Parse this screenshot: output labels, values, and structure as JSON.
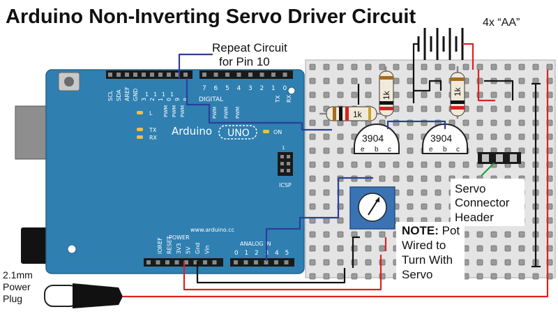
{
  "title": "Arduino Non-Inverting Servo Driver Circuit",
  "callouts": {
    "repeat_line1": "Repeat Circuit",
    "repeat_line2": "for Pin 10",
    "battery": "4x “AA”",
    "servo_line1": "Servo",
    "servo_line2": "Connector",
    "servo_line3": "Header",
    "note_bold": "NOTE:",
    "note_line1": " Pot",
    "note_line2": "Wired to",
    "note_line3": "Turn With",
    "note_line4": "Servo",
    "power_line1": "2.1mm",
    "power_line2": "Power",
    "power_line3": "Plug"
  },
  "arduino": {
    "logo_text": "Arduino",
    "uno_text": "UNO",
    "on_label": "ON",
    "url": "www.arduino.cc",
    "digital_label": "DIGITAL",
    "power_label": "POWER",
    "analog_label": "ANALOG IN",
    "icsp_label": "ICSP",
    "led_l": "L",
    "led_tx": "TX",
    "led_rx": "RX",
    "icsp_pin1": "1",
    "digital_pins_left": [
      "SCL",
      "SDA",
      "AREF",
      "GND",
      "3",
      "2",
      "1",
      "0",
      "9",
      "8"
    ],
    "digital_pins_right": [
      "7",
      "6",
      "5",
      "4",
      "3",
      "2",
      "1",
      "0"
    ],
    "pin_row1": [
      "1",
      "1",
      "1",
      "1"
    ],
    "pwm_labels": [
      "PWM",
      "PWM",
      "PWM"
    ],
    "pwm_right": [
      "PWM",
      "PWM",
      "PWM"
    ],
    "txrx": [
      "TX",
      "RX"
    ],
    "power_pins": [
      "IOREF",
      "RESET",
      "3V3",
      "5V",
      "Gnd",
      "Vin"
    ],
    "analog_pins": [
      "0",
      "1",
      "2",
      "3",
      "4",
      "5"
    ]
  },
  "components": {
    "resistor1": "1k",
    "resistor2": "1k",
    "resistor3": "1k",
    "transistor1": "3904",
    "transistor2": "3904",
    "transistor_pins": [
      "e",
      "b",
      "c"
    ]
  },
  "colors": {
    "board": "#2f7fb1",
    "wire_red": "#e02020",
    "wire_blue": "#2a3f9a",
    "wire_black": "#111111",
    "breadboard": "#e4e4e4"
  }
}
